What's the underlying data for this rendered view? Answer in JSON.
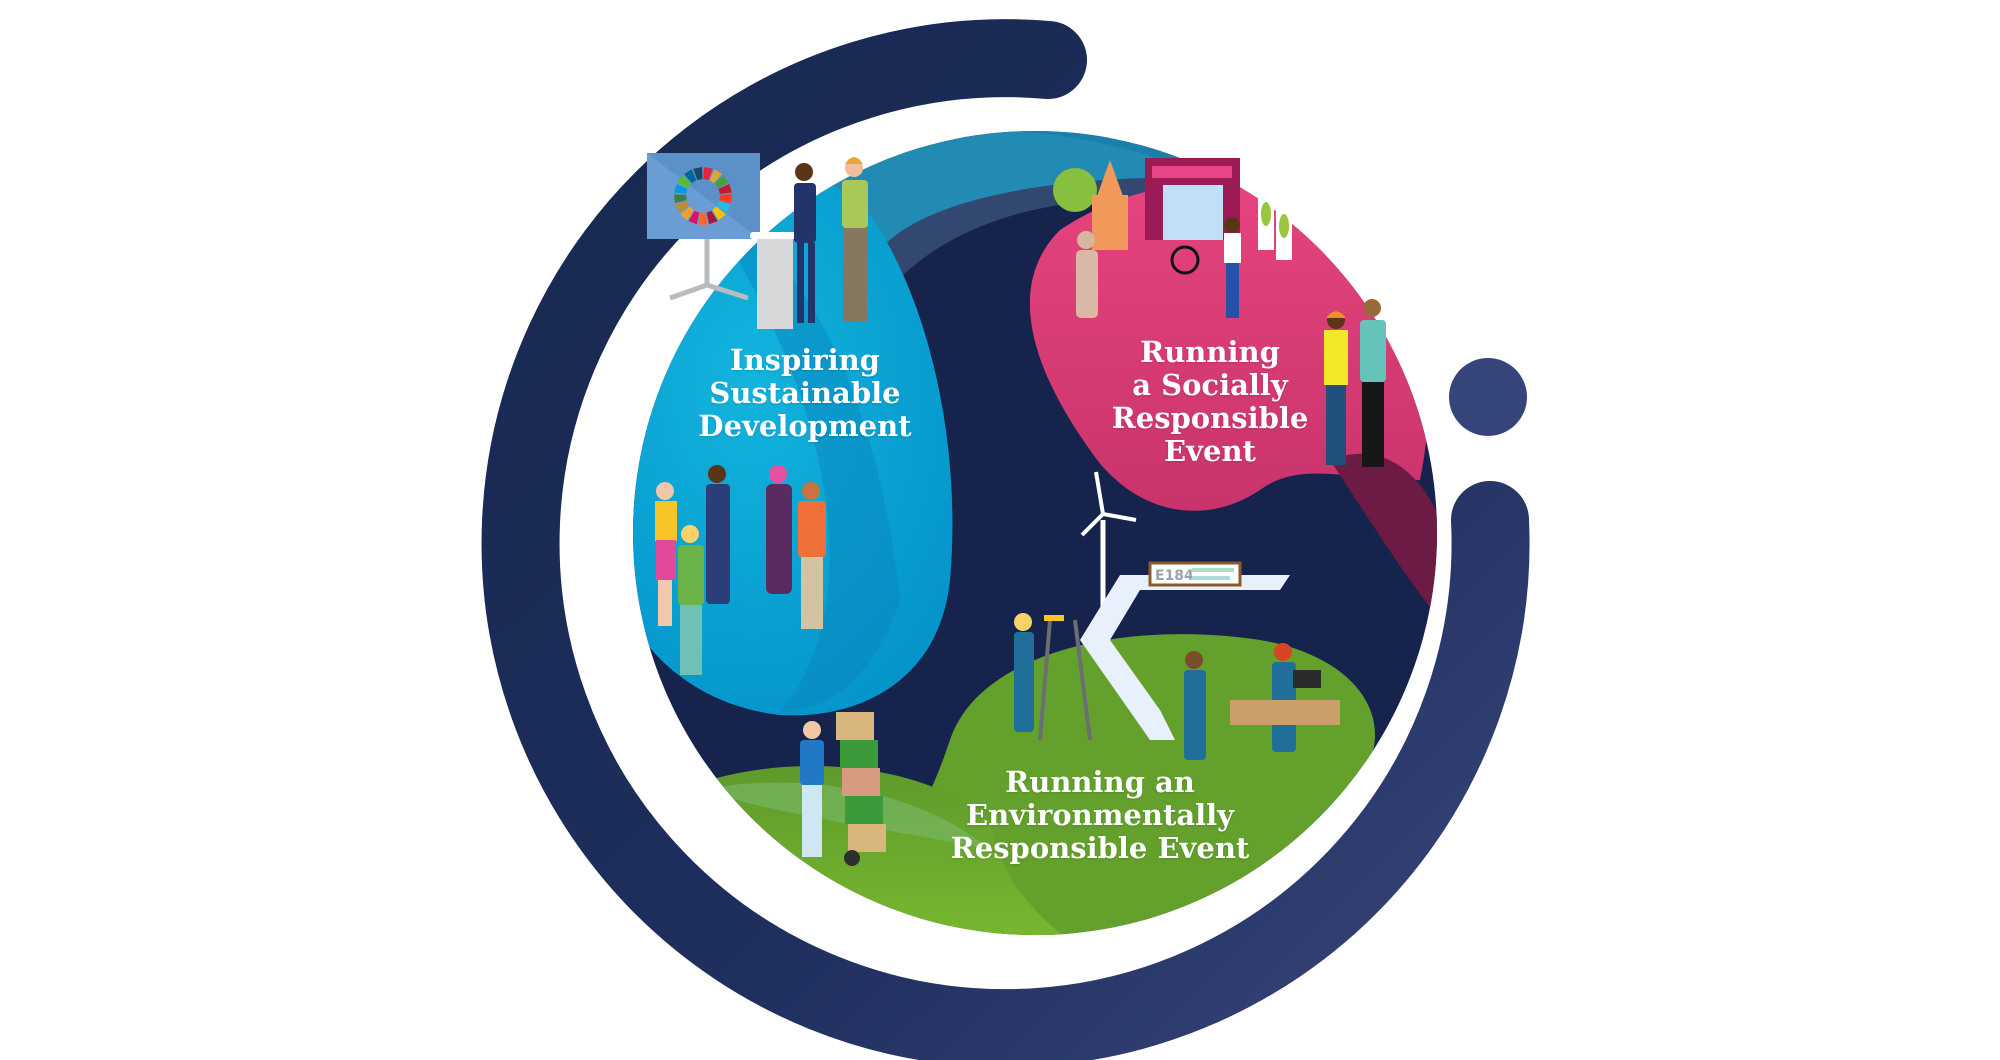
{
  "diagram": {
    "title": "Sustainable Event Framework",
    "segments": [
      {
        "id": "inspiring-sustainable-development",
        "lines": [
          "Inspiring",
          "Sustainable",
          "Development"
        ],
        "color": "#00a4d6"
      },
      {
        "id": "socially-responsible-event",
        "lines": [
          "Running",
          "a Socially",
          "Responsible",
          "Event"
        ],
        "color": "#d8336f"
      },
      {
        "id": "environmentally-responsible-event",
        "lines": [
          "Running an",
          "Environmentally",
          "Responsible Event"
        ],
        "color": "#66a12e"
      }
    ],
    "sign": {
      "code": "E184"
    },
    "colors": {
      "ring": "#182a52",
      "ring_light": "#35457a",
      "background": "#16234d",
      "blue": "#00a4d6",
      "pink": "#d8336f",
      "green": "#66a12e",
      "white": "#ffffff"
    }
  }
}
